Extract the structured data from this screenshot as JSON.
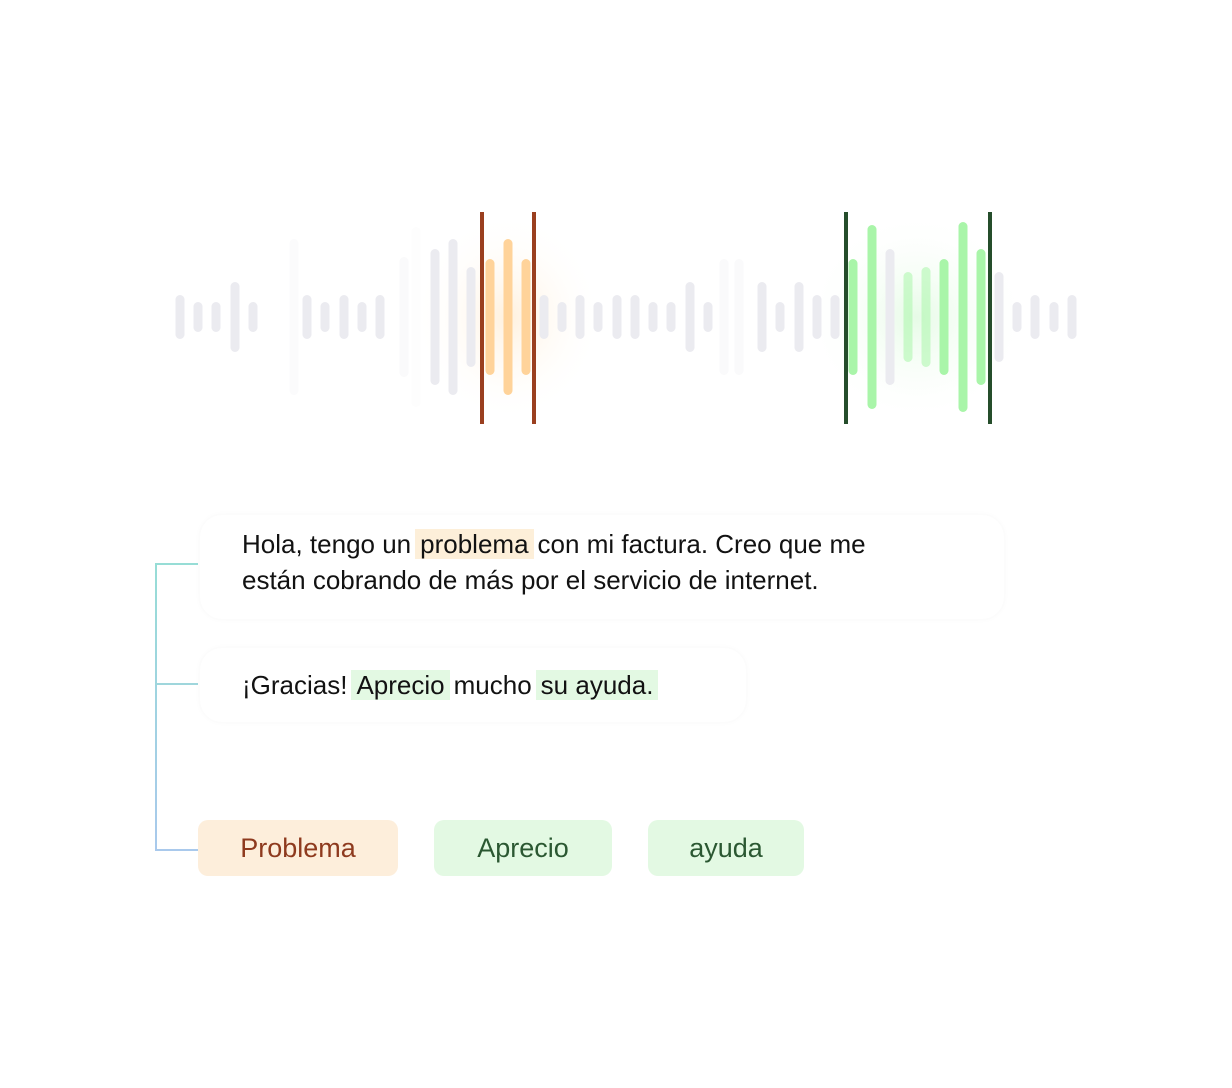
{
  "colors": {
    "wave_neutral": "#ebebf0",
    "orange_bar": "#ffd39a",
    "orange_marker": "#9a3f1f",
    "orange_highlight": "#fdefd9",
    "orange_text": "#8e3a1e",
    "green_bar": "#a9f5a9",
    "green_marker": "#254d2b",
    "green_highlight": "#e3f9e3",
    "green_text": "#2b5832",
    "connector": "#9fd8d8"
  },
  "messages": [
    {
      "line1_pre": "Hola, tengo un",
      "highlight": "problema",
      "line1_post": "con mi factura. Creo que me",
      "line2": "están cobrando de más por el servicio de internet."
    },
    {
      "pre": "¡Gracias!",
      "highlight1": "Aprecio",
      "mid": "mucho",
      "highlight2": "su ayuda."
    }
  ],
  "tags": [
    {
      "label": "Problema",
      "tone": "orange"
    },
    {
      "label": "Aprecio",
      "tone": "green"
    },
    {
      "label": "ayuda",
      "tone": "green"
    }
  ]
}
